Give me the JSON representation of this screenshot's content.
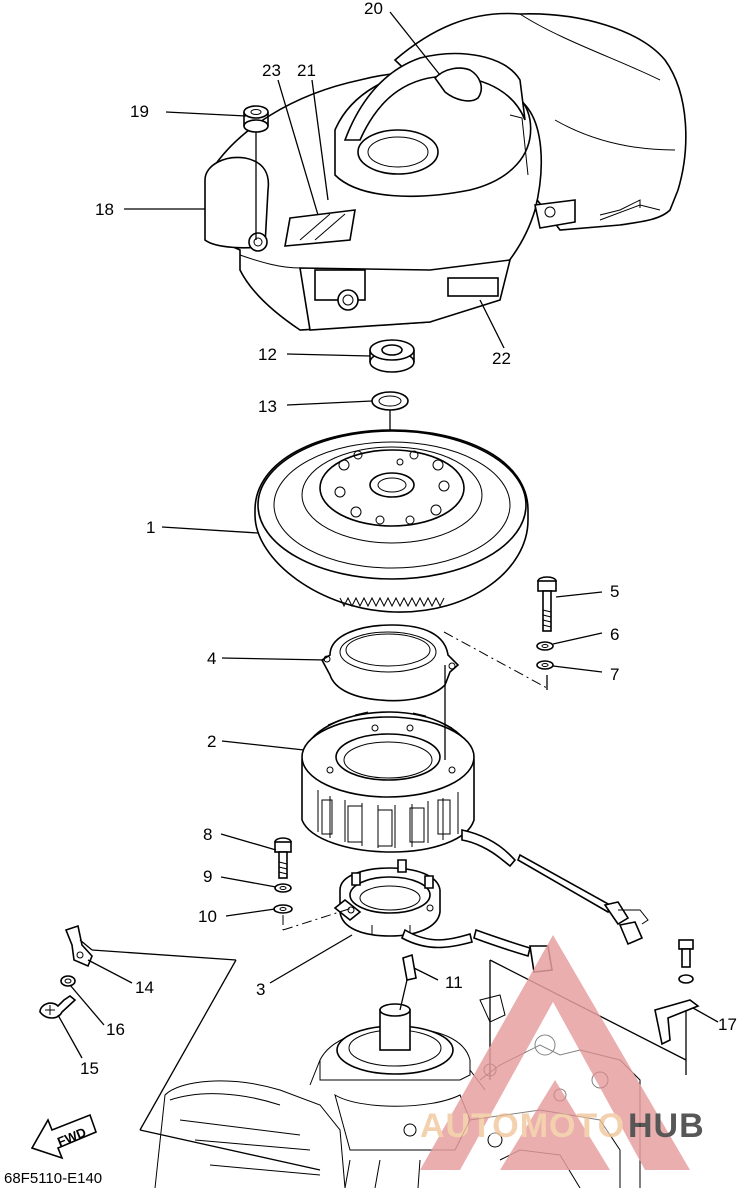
{
  "diagram": {
    "drawing_code": "68F5110-E140",
    "fwd_label": "FWD",
    "callouts": [
      {
        "id": "1",
        "text": "1"
      },
      {
        "id": "2",
        "text": "2"
      },
      {
        "id": "3",
        "text": "3"
      },
      {
        "id": "4",
        "text": "4"
      },
      {
        "id": "5",
        "text": "5"
      },
      {
        "id": "6",
        "text": "6"
      },
      {
        "id": "7",
        "text": "7"
      },
      {
        "id": "8",
        "text": "8"
      },
      {
        "id": "9",
        "text": "9"
      },
      {
        "id": "10",
        "text": "10"
      },
      {
        "id": "11",
        "text": "11"
      },
      {
        "id": "12",
        "text": "12"
      },
      {
        "id": "13",
        "text": "13"
      },
      {
        "id": "14",
        "text": "14"
      },
      {
        "id": "15",
        "text": "15"
      },
      {
        "id": "16",
        "text": "16"
      },
      {
        "id": "17",
        "text": "17"
      },
      {
        "id": "18",
        "text": "18"
      },
      {
        "id": "19",
        "text": "19"
      },
      {
        "id": "20",
        "text": "20"
      },
      {
        "id": "21",
        "text": "21"
      },
      {
        "id": "22",
        "text": "22"
      },
      {
        "id": "23",
        "text": "23"
      }
    ]
  },
  "watermark": {
    "text_part1": "AUTOMOTO",
    "text_part2": "HUB",
    "colors": {
      "primary": "#e8a0a0",
      "accent": "#f3c9a0",
      "hub": "#3a3a3a"
    }
  }
}
